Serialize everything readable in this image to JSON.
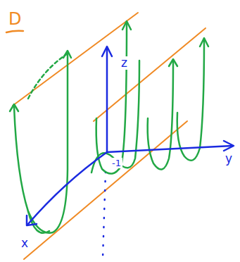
{
  "diagram": {
    "labels": [
      "D",
      "z",
      "y",
      "x",
      "-1"
    ]
  }
}
